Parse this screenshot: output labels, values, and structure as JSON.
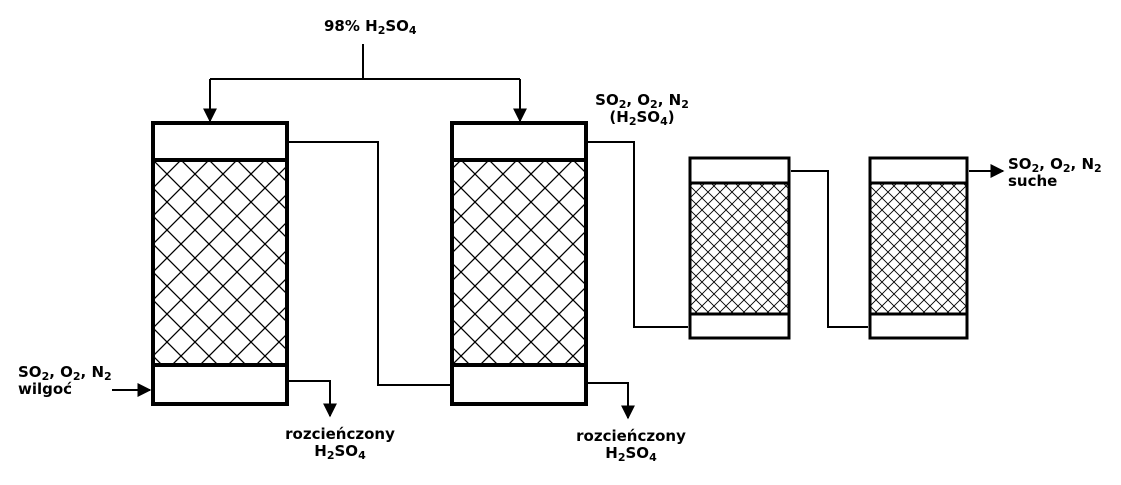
{
  "colors": {
    "ink": "#000000",
    "background": "#ffffff"
  },
  "labels": {
    "acid_feed": {
      "main": "98% H",
      "sub1": "2",
      "mid": "SO",
      "sub2": "4"
    },
    "inlet_gas": {
      "line1": {
        "a": "SO",
        "s1": "2",
        "b": ", O",
        "s2": "2",
        "c": ", N",
        "s3": "2"
      },
      "line2": "wilgoć"
    },
    "intermediate_gas": {
      "line1": {
        "a": "SO",
        "s1": "2",
        "b": ", O",
        "s2": "2",
        "c": ", N",
        "s3": "2"
      },
      "line2": {
        "a": "(H",
        "s1": "2",
        "b": "SO",
        "s2": "4",
        "c": ")"
      }
    },
    "outlet_gas": {
      "line1": {
        "a": "SO",
        "s1": "2",
        "b": ", O",
        "s2": "2",
        "c": ", N",
        "s3": "2"
      },
      "line2": "suche"
    },
    "drain_1": {
      "line1": "rozcieńczony",
      "line2": {
        "a": "H",
        "s1": "2",
        "b": "SO",
        "s2": "4"
      }
    },
    "drain_2": {
      "line1": "rozcieńczony",
      "line2": {
        "a": "H",
        "s1": "2",
        "b": "SO",
        "s2": "4"
      }
    }
  }
}
